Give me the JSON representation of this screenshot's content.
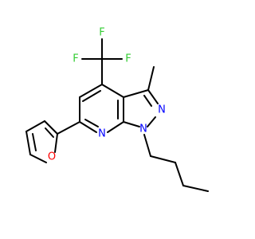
{
  "molecule": {
    "atoms": [
      {
        "id": "F1",
        "label": "F",
        "color": "#33cc33"
      },
      {
        "id": "F2",
        "label": "F",
        "color": "#33cc33"
      },
      {
        "id": "F3",
        "label": "F",
        "color": "#33cc33"
      },
      {
        "id": "O1",
        "label": "O",
        "color": "#ff0000"
      },
      {
        "id": "N1",
        "label": "N",
        "color": "#0000ff"
      },
      {
        "id": "N2",
        "label": "N",
        "color": "#0000ff"
      },
      {
        "id": "N3",
        "label": "N",
        "color": "#0000ff"
      }
    ],
    "colors": {
      "bond": "#000000",
      "fluorine": "#33cc33",
      "oxygen": "#ff0000",
      "nitrogen": "#0000ff"
    }
  }
}
